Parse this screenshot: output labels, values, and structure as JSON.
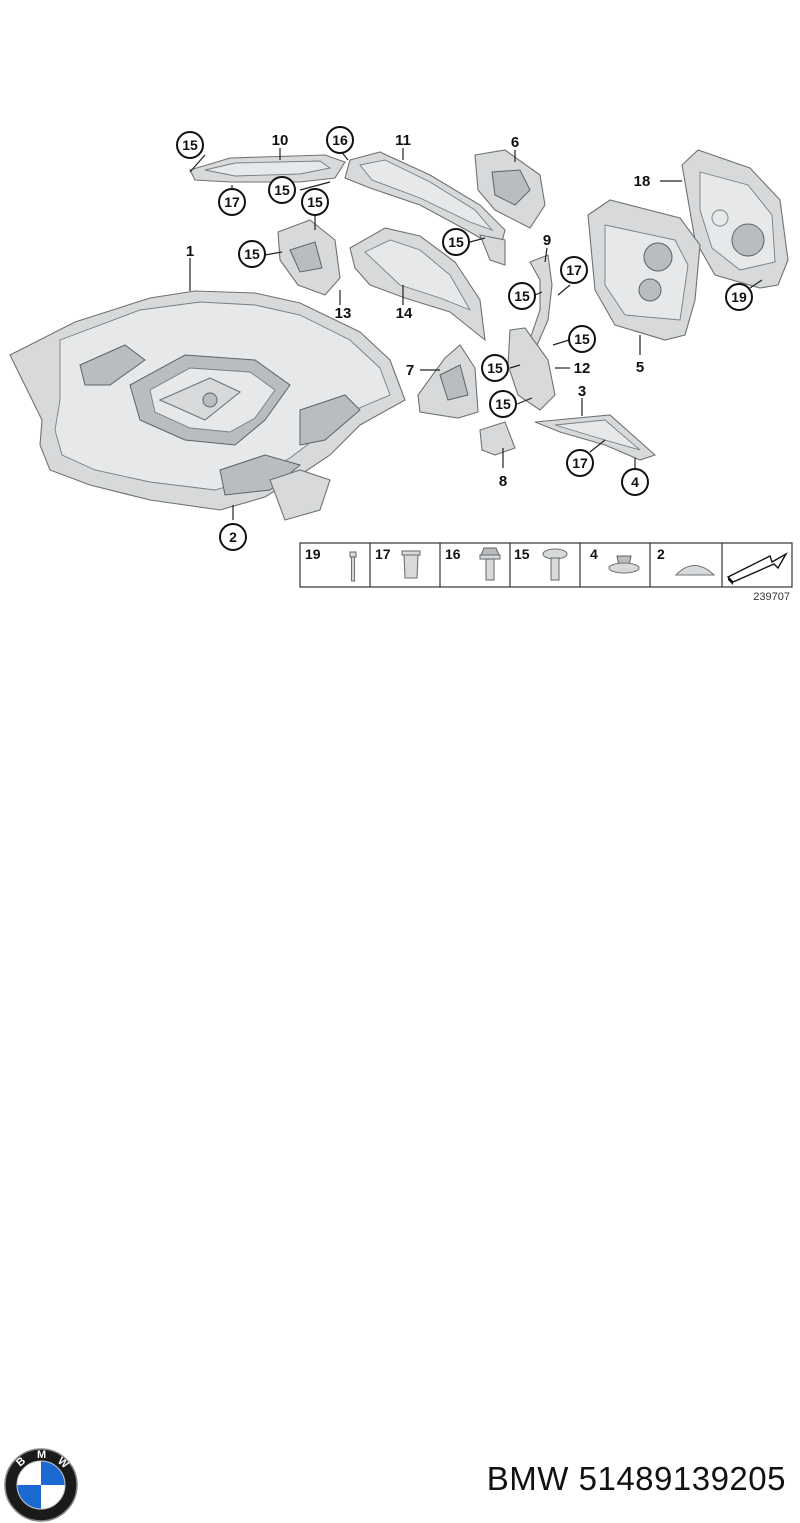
{
  "diagram": {
    "callouts": {
      "c1": "1",
      "c2": "2",
      "c3": "3",
      "c4": "4",
      "c5": "5",
      "c6": "6",
      "c7": "7",
      "c8": "8",
      "c9": "9",
      "c10": "10",
      "c11": "11",
      "c12": "12",
      "c13": "13",
      "c14": "14",
      "c15a": "15",
      "c15b": "15",
      "c15c": "15",
      "c15d": "15",
      "c15e": "15",
      "c15f": "15",
      "c15g": "15",
      "c15h": "15",
      "c15i": "15",
      "c16": "16",
      "c17a": "17",
      "c17b": "17",
      "c17c": "17",
      "c18": "18",
      "c19": "19"
    },
    "legend": {
      "items": [
        "19",
        "17",
        "16",
        "15",
        "4",
        "2"
      ]
    },
    "drawing_number": "239707"
  },
  "footer": {
    "brand": "BMW",
    "part_number": "51489139205",
    "caption": "BMW 51489139205",
    "logo_letters": "BMW"
  },
  "colors": {
    "part_fill": "#d7d9da",
    "part_stroke": "#6f7375",
    "logo_blue": "#1c69d4",
    "logo_ring": "#1a1a1a"
  }
}
